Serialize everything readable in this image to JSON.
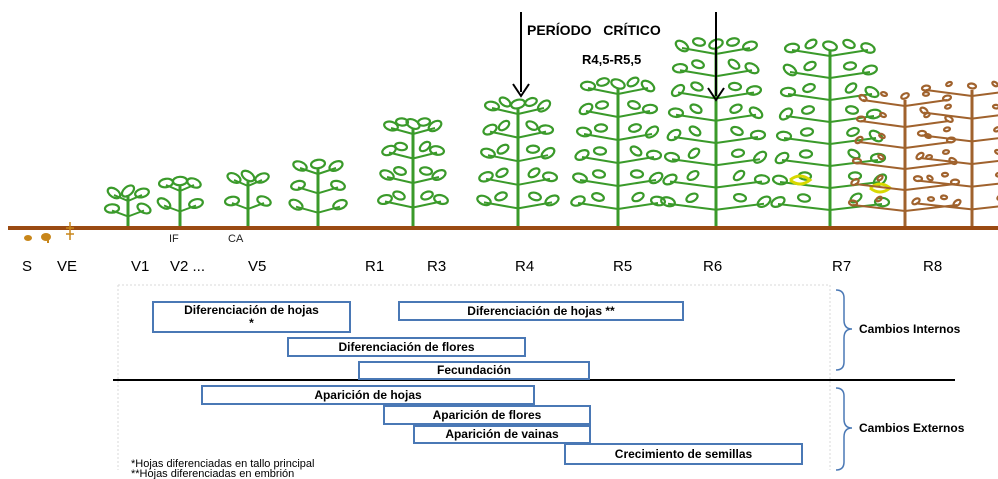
{
  "critical": {
    "title": "PERÍODO   CRÍTICO",
    "range": "R4,5-R5,5"
  },
  "stages": [
    "S",
    "VE",
    "V1",
    "V2 ...",
    "V5",
    "R1",
    "R3",
    "R4",
    "R5",
    "R6",
    "R7",
    "R8"
  ],
  "ground_labels": {
    "if": "IF",
    "ca": "CA"
  },
  "internal": {
    "label": "Cambios Internos",
    "boxes": [
      "Diferenciación de hojas *",
      "Diferenciación de  hojas **",
      "Diferenciación de flores",
      "Fecundación"
    ]
  },
  "external": {
    "label": "Cambios Externos",
    "boxes": [
      "Aparición de hojas",
      "Aparición de flores",
      "Aparición de vainas",
      "Crecimiento de semillas"
    ]
  },
  "footnotes": [
    "*Hojas diferenciadas en tallo principal",
    "**Hojas diferenciadas en embrión"
  ],
  "colors": {
    "plant": "#3a9a2a",
    "soil": "#8b4513",
    "senescent": "#a0622d",
    "yellow": "#d8d800",
    "box_border": "#4a78b5"
  }
}
